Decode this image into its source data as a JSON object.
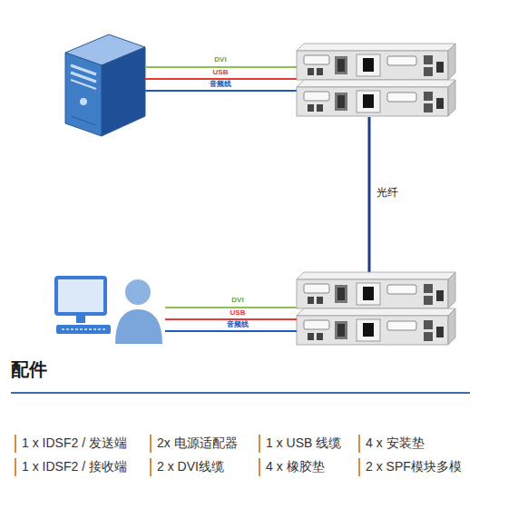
{
  "diagram": {
    "title": "配件",
    "labels": [
      "DVI",
      "USB",
      "音频线",
      "光纤",
      "DVI",
      "USB",
      "音频线",
      "1 x IDSF2 / 发送端",
      "2x 电源适配器",
      "1 x USB 线缆",
      "4 x 安装垫",
      "1 x IDSF2 / 接收端",
      "2 x DVI线缆",
      "4 x 橡胶垫",
      "2 x SPF模块多模"
    ]
  }
}
